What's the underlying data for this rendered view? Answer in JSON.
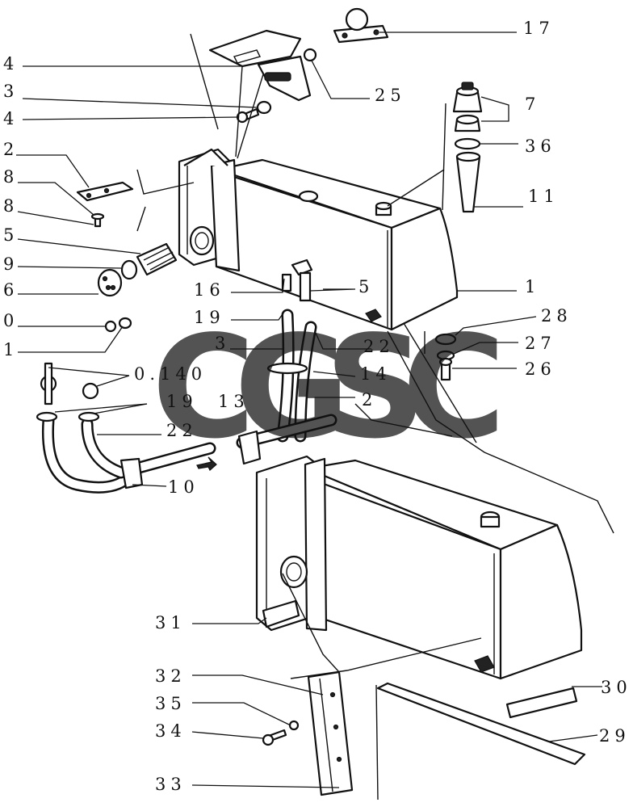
{
  "watermark": {
    "letters": [
      {
        "char": "C",
        "color": "#4f8ff7"
      },
      {
        "char": "G",
        "color": "#f0605a"
      },
      {
        "char": "S",
        "color": "#f8ce4e"
      },
      {
        "char": "C",
        "color": "#3fae72"
      }
    ]
  },
  "callouts": {
    "c17": "17",
    "c4a": "4",
    "c25": "25",
    "c3a": "3",
    "c4b": "4",
    "c7": "7",
    "c36": "36",
    "c2a": "2",
    "c8a": "8",
    "c11": "11",
    "c8b": "8",
    "c5a": "5",
    "c9": "9",
    "c1a": "1",
    "c16": "16",
    "c5b": "5",
    "c6": "6",
    "c0a": "0",
    "c19a": "19",
    "c28": "28",
    "c1b": "1",
    "c3b": "3",
    "c22a": "22",
    "c27": "27",
    "c26": "26",
    "c0140": "0.140",
    "c14": "14",
    "c19b": "19",
    "c13": "13",
    "c2b": "2",
    "c22b": "22",
    "c10": "10",
    "c31": "31",
    "c32": "32",
    "c30": "30",
    "c35": "35",
    "c34": "34",
    "c29": "29",
    "c33": "33"
  }
}
